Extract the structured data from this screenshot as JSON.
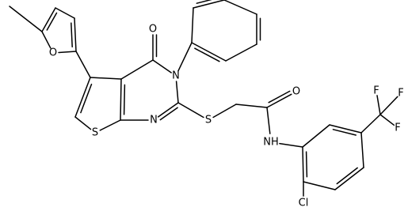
{
  "molecule": {
    "colors": {
      "bond": "#000000",
      "label": "#000000",
      "background": "#ffffff"
    },
    "labels": {
      "furan_o": "O",
      "methyl_tip": "",
      "carbonyl_o_ring": "O",
      "n3": "N",
      "n1": "N",
      "thiophene_s": "S",
      "thioether_s": "S",
      "amide_o": "O",
      "nh": "NH",
      "cl": "Cl",
      "f1": "F",
      "f2": "F",
      "f3": "F"
    }
  }
}
